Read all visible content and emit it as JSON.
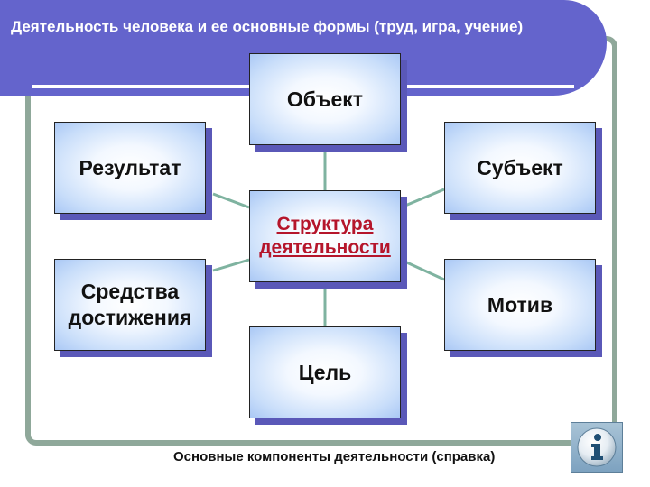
{
  "header": {
    "title": "Деятельность человека и ее основные формы (труд, игра, учение)"
  },
  "diagram": {
    "center": {
      "line1": "Структура",
      "line2": "деятельности"
    },
    "nodes": {
      "object": "Объект",
      "result": "Результат",
      "subject": "Субъект",
      "means_line1": "Средства",
      "means_line2": "достижения",
      "motive": "Мотив",
      "goal": "Цель"
    }
  },
  "footer": {
    "caption": "Основные компоненты деятельности (справка)"
  },
  "info_button": {
    "icon": "info-icon"
  },
  "colors": {
    "header": "#6464cc",
    "frame": "#8fa89a",
    "box_shadow": "#5a58b8",
    "center_text": "#b5152b",
    "connector": "#7fb3a0"
  }
}
